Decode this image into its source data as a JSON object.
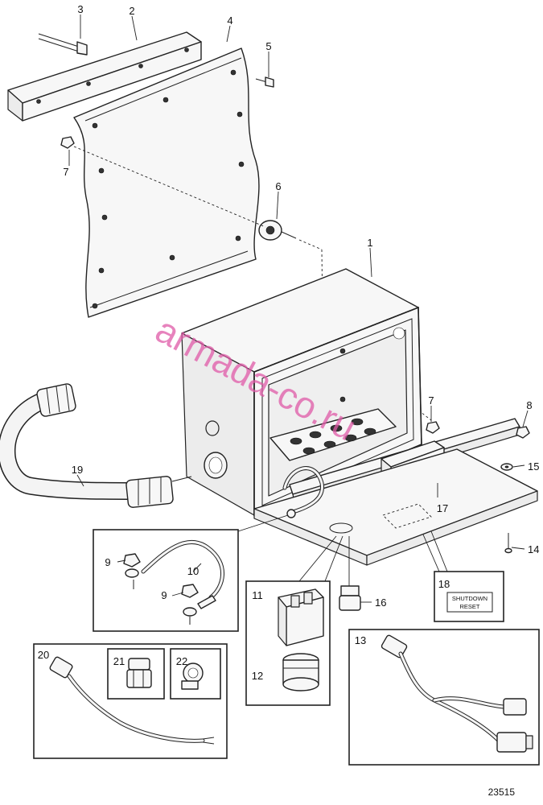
{
  "callouts": [
    "1",
    "2",
    "3",
    "4",
    "5",
    "6",
    "7",
    "7",
    "8",
    "9",
    "9",
    "10",
    "11",
    "12",
    "13",
    "14",
    "15",
    "16",
    "17",
    "18",
    "19",
    "20",
    "21",
    "22"
  ],
  "decal_text": {
    "line1": "SHUTDOWN",
    "line2": "RESET"
  },
  "watermark": "armada-co.ru",
  "watermark_color": "#e05aa8",
  "reference_number": "23515"
}
